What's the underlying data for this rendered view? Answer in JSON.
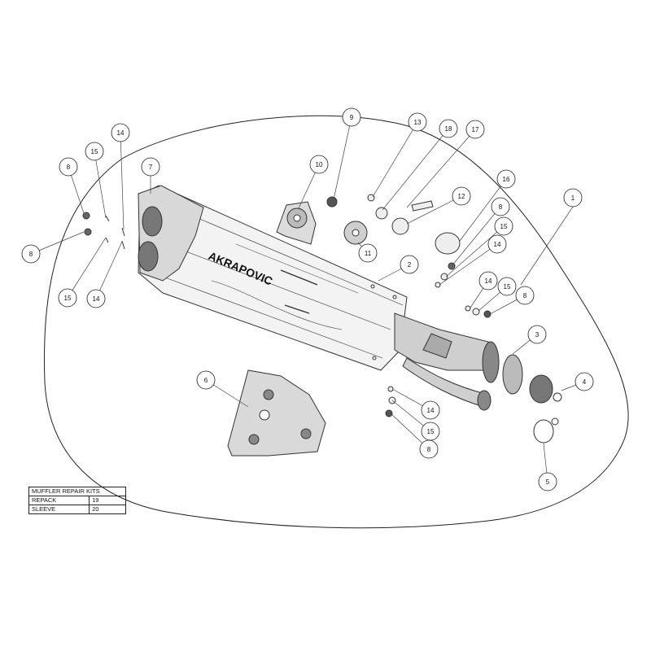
{
  "brand_logo_text": "AKRAPOVIC",
  "callouts": [
    {
      "label": "1"
    },
    {
      "label": "2"
    },
    {
      "label": "3"
    },
    {
      "label": "4"
    },
    {
      "label": "5"
    },
    {
      "label": "6"
    },
    {
      "label": "7"
    },
    {
      "label": "8"
    },
    {
      "label": "8"
    },
    {
      "label": "8"
    },
    {
      "label": "8"
    },
    {
      "label": "8"
    },
    {
      "label": "9"
    },
    {
      "label": "10"
    },
    {
      "label": "11"
    },
    {
      "label": "12"
    },
    {
      "label": "13"
    },
    {
      "label": "14"
    },
    {
      "label": "14"
    },
    {
      "label": "14"
    },
    {
      "label": "14"
    },
    {
      "label": "14"
    },
    {
      "label": "15"
    },
    {
      "label": "15"
    },
    {
      "label": "15"
    },
    {
      "label": "15"
    },
    {
      "label": "15"
    },
    {
      "label": "16"
    },
    {
      "label": "17"
    },
    {
      "label": "18"
    }
  ],
  "repair_kits": {
    "title": "MUFFLER REPAIR KITS",
    "rows": [
      {
        "name": "REPACK",
        "number": "19"
      },
      {
        "name": "SLEEVE",
        "number": "20"
      }
    ]
  }
}
